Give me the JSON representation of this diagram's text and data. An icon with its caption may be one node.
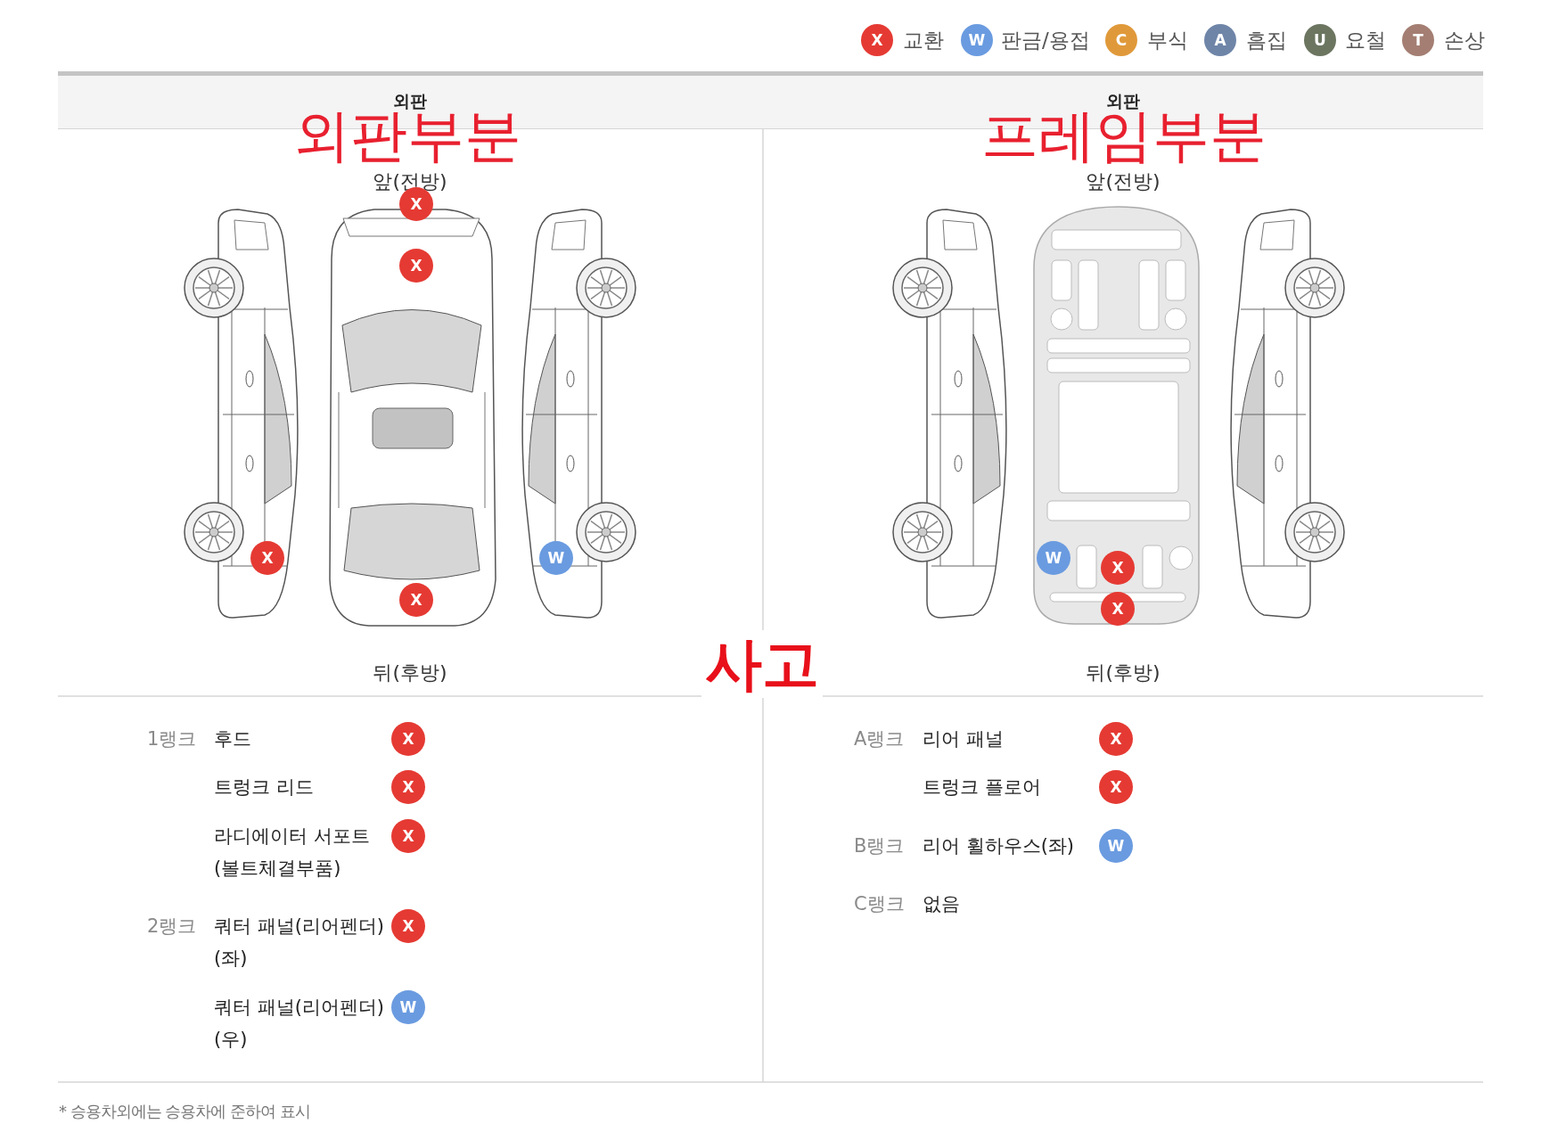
{
  "diagram": {
    "labels": [
      "X",
      "W",
      "C",
      "A",
      "U",
      "T",
      "외판",
      "외판",
      "외판부분",
      "프레임부분",
      "앞(전방)",
      "앞(전방)",
      "X",
      "X",
      "X",
      "W",
      "X",
      "W",
      "X",
      "X",
      "뒤(후방)",
      "사고",
      "뒤(후방)",
      "1랭크",
      "후드",
      "X",
      "트렁크 리드",
      "X",
      "라디에이터 서포트 (볼트체결부품)",
      "X",
      "2랭크",
      "쿼터 패널(리어펜더) (좌)",
      "X",
      "쿼터 패널(리어펜더) (우)",
      "W",
      "A랭크",
      "리어 패널",
      "X",
      "트렁크 플로어",
      "X",
      "B랭크",
      "리어 휠하우스(좌)",
      "W",
      "C랭크",
      "없음",
      "* 승용차외에는 승용차에 준하여 표시"
    ],
    "legend": [
      {
        "text": "교환",
        "color": "#e53a33"
      },
      {
        "text": "판금/용접",
        "color": "#6a9be0"
      },
      {
        "text": "부식",
        "color": "#e0993a"
      },
      {
        "text": "흠집",
        "color": "#6e85a8"
      },
      {
        "text": "요철",
        "color": "#6b7560"
      },
      {
        "text": "손상",
        "color": "#a47e72"
      }
    ]
  }
}
